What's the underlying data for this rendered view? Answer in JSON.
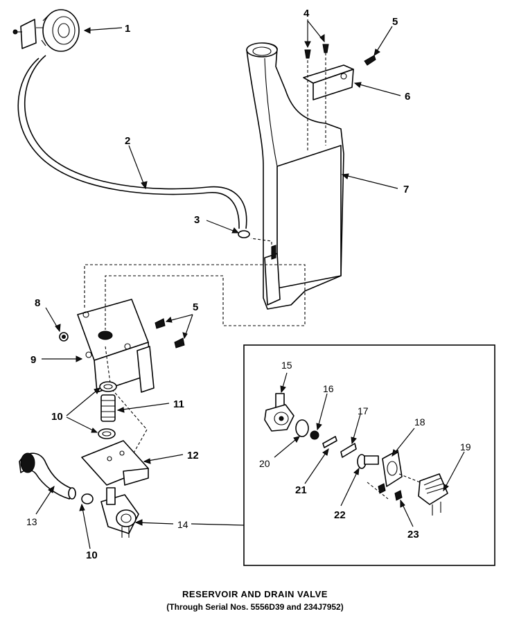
{
  "caption": {
    "title": "RESERVOIR AND DRAIN VALVE",
    "subtitle": "(Through Serial Nos. 5556D39 and 234J7952)"
  },
  "callouts": {
    "c1": "1",
    "c2": "2",
    "c3": "3",
    "c4": "4",
    "c5a": "5",
    "c5b": "5",
    "c6": "6",
    "c7": "7",
    "c8": "8",
    "c9": "9",
    "c10a": "10",
    "c10b": "10",
    "c11": "11",
    "c12": "12",
    "c13": "13",
    "c14": "14",
    "c15": "15",
    "c16": "16",
    "c17": "17",
    "c18": "18",
    "c19": "19",
    "c20": "20",
    "c21": "21",
    "c22": "22",
    "c23": "23"
  },
  "colors": {
    "line": "#000000",
    "background": "#ffffff"
  }
}
